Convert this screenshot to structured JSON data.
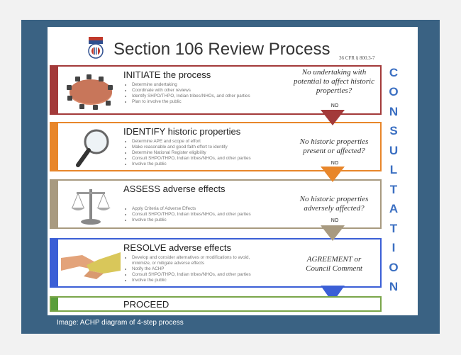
{
  "header": {
    "title": "Section 106 Review Process",
    "citation": "36 CFR § 800.3-7"
  },
  "steps": [
    {
      "heading": "INITIATE the process",
      "bullets": [
        "Determine undertaking",
        "Coordinate with other reviews",
        "Identify SHPO/THPO, Indian tribes/NHOs, and other parties",
        "Plan to involve the public"
      ],
      "question": "No undertaking with potential to affect historic properties?",
      "answer": "NO",
      "color": "#a33a3a"
    },
    {
      "heading": "IDENTIFY historic properties",
      "bullets": [
        "Determine APE and scope of effort",
        "Make reasonable and good faith effort to identify",
        "Determine National Register eligibility",
        "Consult SHPO/THPO, Indian tribes/NHOs, and other parties",
        "Involve the public"
      ],
      "question": "No historic properties present or affected?",
      "answer": "NO",
      "color": "#e8862a"
    },
    {
      "heading": "ASSESS adverse effects",
      "bullets": [
        "Apply Criteria of Adverse Effects",
        "Consult SHPO/THPO, Indian tribes/NHOs, and other parties",
        "Involve the public"
      ],
      "question": "No historic properties adversely affected?",
      "answer": "NO",
      "color": "#a89a80"
    },
    {
      "heading": "RESOLVE adverse effects",
      "bullets": [
        "Develop and consider alternatives or modifications to avoid,",
        "minimize, or mitigate adverse effects",
        "Notify the ACHP",
        "Consult SHPO/THPO, Indian tribes/NHOs, and other parties",
        "Involve the public"
      ],
      "question": "AGREEMENT or Council Comment",
      "answer": "",
      "color": "#3b5fd6"
    }
  ],
  "proceed": {
    "label": "PROCEED"
  },
  "consultation_letters": [
    "C",
    "O",
    "N",
    "S",
    "U",
    "L",
    "T",
    "A",
    "T",
    "I",
    "O",
    "N"
  ],
  "caption": "Image: ACHP diagram of 4-step process",
  "colors": {
    "frame": "#3a6283",
    "consultation": "#3b6fc2",
    "proceed": "#5a9e3c"
  }
}
